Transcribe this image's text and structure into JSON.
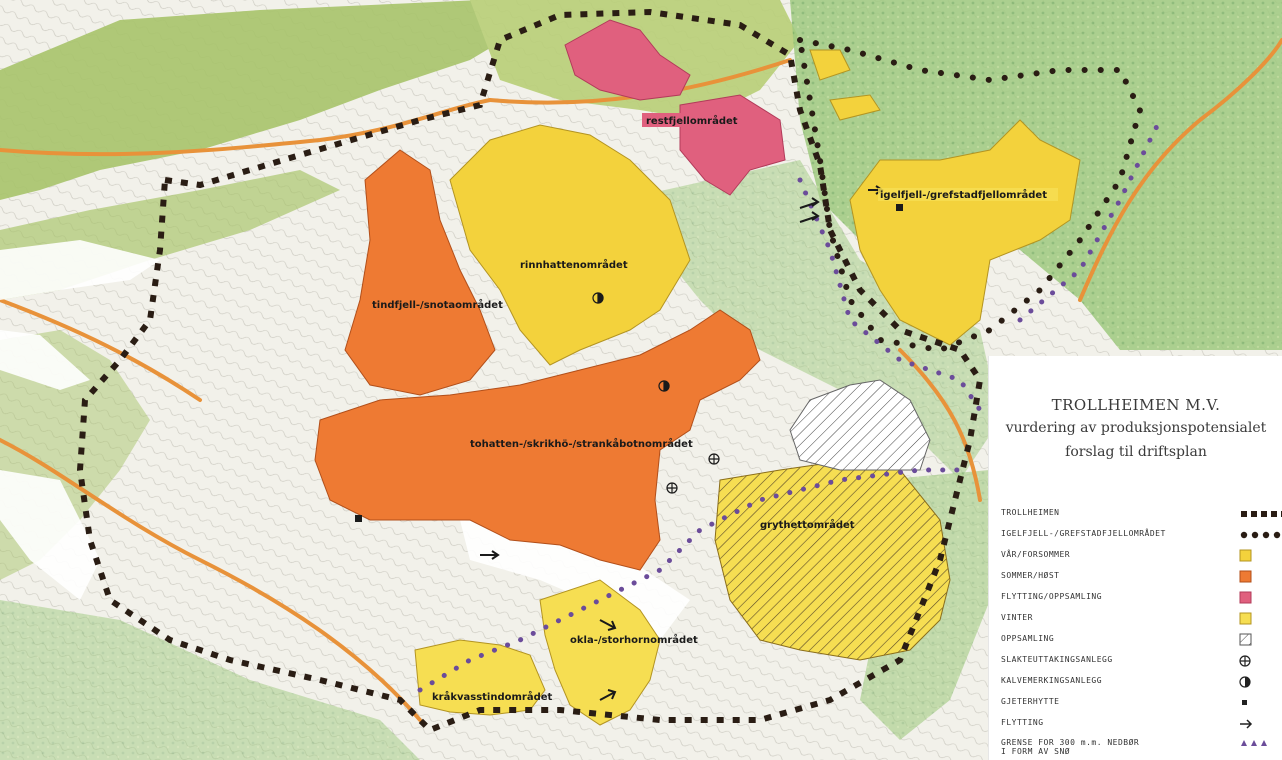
{
  "map": {
    "area_labels": [
      {
        "id": "restfjell",
        "text": "restfjellområdet"
      },
      {
        "id": "igelfjell",
        "text": "igelfjell-/grefstadfjellområdet"
      },
      {
        "id": "rinnhatten",
        "text": "rinnhattenområdet"
      },
      {
        "id": "tindfjell",
        "text": "tindfjell-/snotaområdet"
      },
      {
        "id": "tohatten",
        "text": "tohatten-/skrikhö-/strankåbotnområdet"
      },
      {
        "id": "grythetta",
        "text": "grythettområdet"
      },
      {
        "id": "okla",
        "text": "okla-/storhornområdet"
      },
      {
        "id": "krakvass",
        "text": "kråkvasstindområdet"
      }
    ],
    "colors": {
      "background": "#f2f1ea",
      "valley_green": "#a7c36a",
      "forest_green": "#7fbf8a",
      "roads_orange": "#e8923a",
      "summer_autumn": "#ee7a33",
      "spring": "#f3d23c",
      "winter": "#f6de52",
      "migration": "#e0607e",
      "gathering_hatch": "#555555",
      "boundary_trollheimen": "#2a1d14",
      "boundary_igelfjell": "#2a1d14",
      "snow_line": "#6b4c9a"
    }
  },
  "legend": {
    "title": "TROLLHEIMEN M.V.",
    "subtitle1": "vurdering av produksjonspotensialet",
    "subtitle2": "forslag til driftsplan",
    "items": [
      {
        "key": "trollheimen",
        "label": "TROLLHEIMEN",
        "symbol": "square-dash"
      },
      {
        "key": "igelfjell",
        "label": "IGELFJELL-/GREFSTADFJELLOMRÅDET",
        "symbol": "dot-line"
      },
      {
        "key": "var",
        "label": "VÅR/FORSOMMER",
        "symbol": "yellow-square"
      },
      {
        "key": "sommer",
        "label": "SOMMER/HØST",
        "symbol": "orange-square"
      },
      {
        "key": "flytting_opp",
        "label": "FLYTTING/OPPSAMLING",
        "symbol": "pink-square"
      },
      {
        "key": "vinter",
        "label": "VINTER",
        "symbol": "light-yellow-square"
      },
      {
        "key": "oppsamling",
        "label": "OPPSAMLING",
        "symbol": "hatch-square"
      },
      {
        "key": "slakt",
        "label": "SLAKTEUTTAKINGSANLEGG",
        "symbol": "circle-plus-icon"
      },
      {
        "key": "kalv",
        "label": "KALVEMERKINGSANLEGG",
        "symbol": "half-circle-icon"
      },
      {
        "key": "hytte",
        "label": "GJETERHYTTE",
        "symbol": "small-square-icon"
      },
      {
        "key": "flytting",
        "label": "FLYTTING",
        "symbol": "arrow-right-icon"
      },
      {
        "key": "grense",
        "label": "GRENSE FOR 300 m.m. NEDBØR",
        "label2": "I FORM AV SNØ",
        "symbol": "triangles-icon"
      }
    ]
  }
}
